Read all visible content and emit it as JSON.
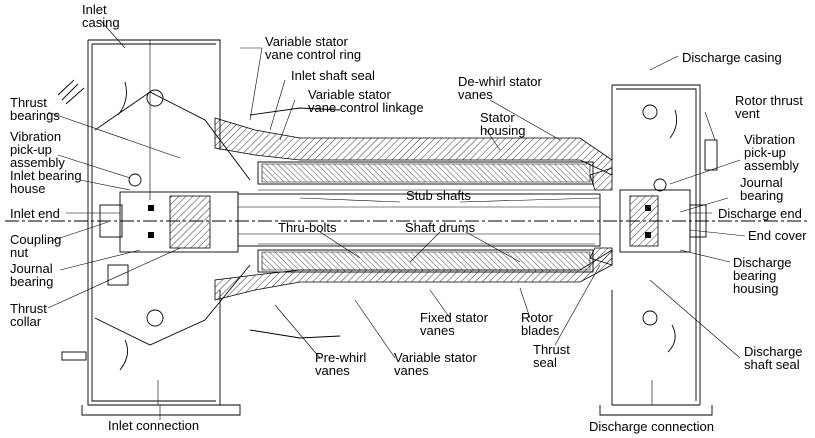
{
  "labels": {
    "inlet_casing": "Inlet\ncasing",
    "variable_stator_ring": "Variable stator\nvane control ring",
    "discharge_casing": "Discharge casing",
    "inlet_shaft_seal": "Inlet shaft seal",
    "dewhirl_stator": "De-whirl stator\nvanes",
    "variable_stator_linkage": "Variable stator\nvane control linkage",
    "rotor_thrust_vent": "Rotor thrust\nvent",
    "thrust_bearings": "Thrust\nbearings",
    "stator_housing": "Stator\nhousing",
    "vibration_left": "Vibration\npick-up\nassembly",
    "vibration_right": "Vibration\npick-up\nassembly",
    "inlet_bearing_house": "Inlet bearing\nhouse",
    "journal_bearing_right": "Journal\nbearing",
    "stub_shafts": "Stub shafts",
    "inlet_end": "Inlet end",
    "discharge_end": "Discharge end",
    "coupling_nut": "Coupling\nnut",
    "thru_bolts": "Thru-bolts",
    "shaft_drums": "Shaft drums",
    "end_cover": "End cover",
    "journal_bearing_left": "Journal\nbearing",
    "discharge_bearing_housing": "Discharge\nbearing\nhousing",
    "thrust_collar": "Thrust\ncollar",
    "fixed_stator": "Fixed stator\nvanes",
    "rotor_blades": "Rotor\nblades",
    "thrust_seal": "Thrust\nseal",
    "discharge_shaft_seal": "Discharge\nshaft seal",
    "prewhirl": "Pre-whirl\nvanes",
    "variable_stator_vanes": "Variable stator\nvanes",
    "inlet_connection": "Inlet connection",
    "discharge_connection": "Discharge connection"
  }
}
